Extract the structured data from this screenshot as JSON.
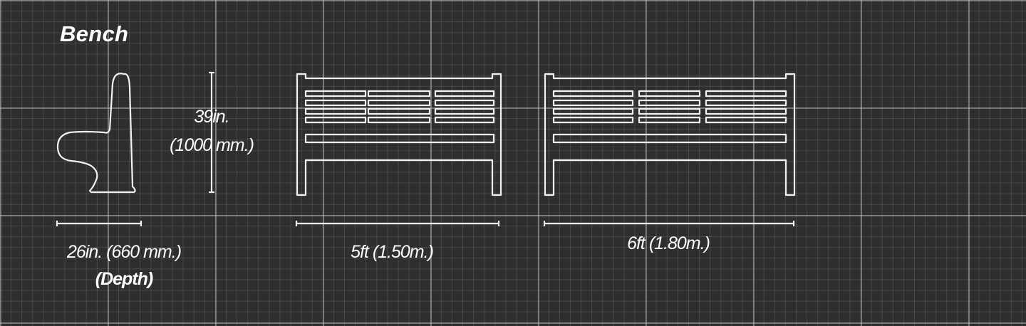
{
  "title": "Bench",
  "dimensions": {
    "height_label": "39in.",
    "height_metric": "(1000 mm.)",
    "depth_label": "26in. (660 mm.)",
    "depth_note": "(Depth)",
    "width_5ft": "5ft (1.50m.)",
    "width_6ft": "6ft (1.80m.)"
  },
  "colors": {
    "background": "#2f2d2e",
    "line": "#f2f2f2"
  }
}
